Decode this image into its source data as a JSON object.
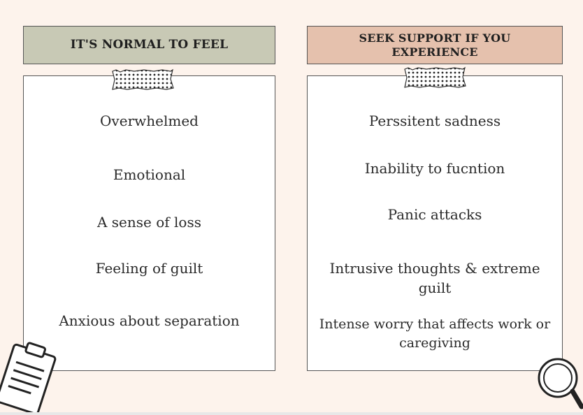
{
  "left_column": {
    "header": "IT'S NORMAL TO FEEL",
    "items": [
      "Overwhelmed",
      "Emotional",
      "A sense of loss",
      "Feeling of guilt",
      "Anxious about separation"
    ]
  },
  "right_column": {
    "header": "SEEK SUPPORT IF YOU EXPERIENCE",
    "items": [
      "Perssitent sadness",
      "Inability to fucntion",
      "Panic attacks",
      "Intrusive thoughts & extreme guilt",
      "Intense worry that affects work or caregiving"
    ]
  },
  "colors": {
    "background": "#fdf3ec",
    "left_header": "#c8c9b5",
    "right_header": "#e5c1ad",
    "card": "#ffffff",
    "border": "#555555"
  },
  "icons": [
    "clipboard-icon",
    "magnifying-glass-icon",
    "washi-tape-icon"
  ]
}
